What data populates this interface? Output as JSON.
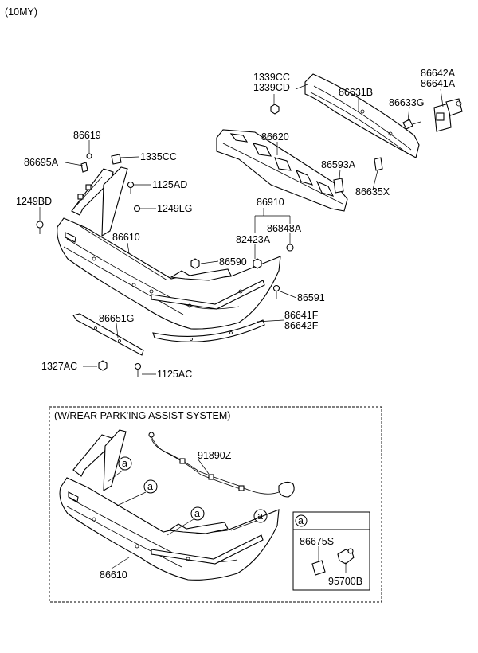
{
  "header": {
    "model_year": "(10MY)"
  },
  "callouts": {
    "p1339CC": "1339CC",
    "p1339CD": "1339CD",
    "p86631B": "86631B",
    "p86642A": "86642A",
    "p86641A": "86641A",
    "p86633G": "86633G",
    "p86619": "86619",
    "p86620": "86620",
    "p86695A": "86695A",
    "p1335CC": "1335CC",
    "p86593A": "86593A",
    "p1125AD": "1125AD",
    "p86635X": "86635X",
    "p1249BD": "1249BD",
    "p86910": "86910",
    "p1249LG": "1249LG",
    "p86848A": "86848A",
    "p82423A": "82423A",
    "p86610": "86610",
    "p86590": "86590",
    "p86591": "86591",
    "p86641F": "86641F",
    "p86642F": "86642F",
    "p86651G": "86651G",
    "p1327AC": "1327AC",
    "p1125AC": "1125AC"
  },
  "inset": {
    "title": "(W/REAR PARK'ING ASSIST SYSTEM)",
    "p91890Z": "91890Z",
    "p86610": "86610",
    "ref_marker": "a",
    "detail_header": "a",
    "p86675S": "86675S",
    "p95700B": "95700B"
  }
}
